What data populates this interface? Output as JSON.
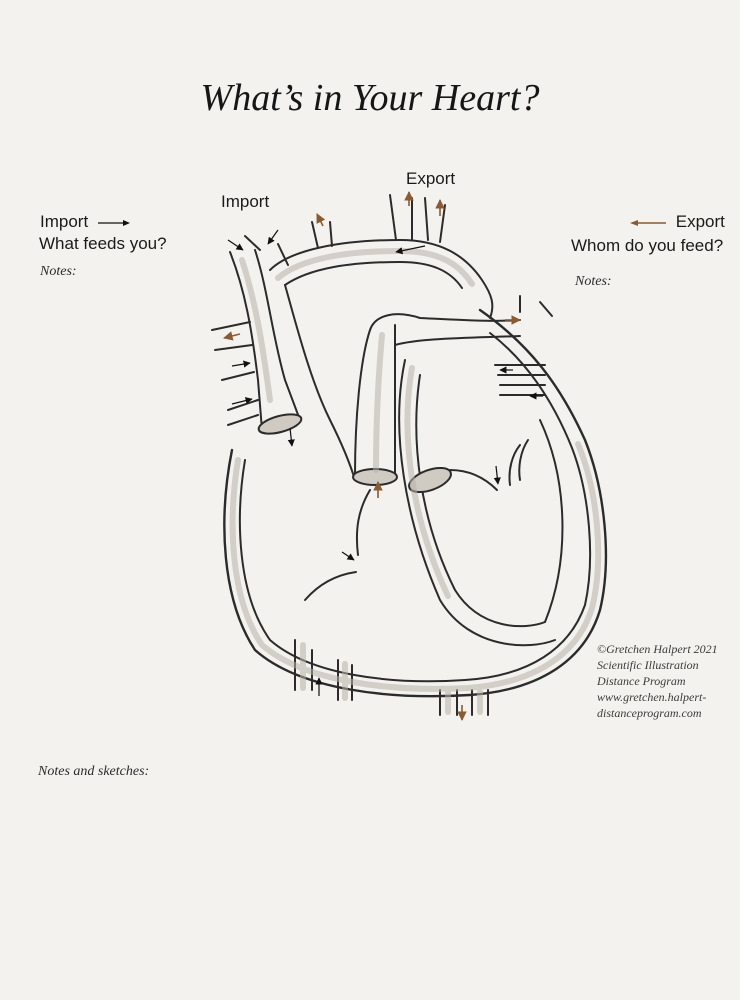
{
  "title": "What’s in Your Heart?",
  "labels": {
    "import_left": "Import",
    "import_left_question": "What feeds you?",
    "import_top": "Import",
    "export_top": "Export",
    "export_right": "Export",
    "export_right_question": "Whom do you feed?",
    "notes_left": "Notes:",
    "notes_right": "Notes:",
    "notes_sketches": "Notes and sketches:"
  },
  "credit": {
    "line1": "©Gretchen Halpert 2021",
    "line2": "Scientific Illustration",
    "line3": "Distance Program",
    "line4": "www.gretchen.halpert-",
    "line5": "distanceprogram.com"
  },
  "colors": {
    "paper": "#f3f2ee",
    "ink": "#1c1c1c",
    "wash": "#b8b2aa",
    "arrow_brown": "#8a5a33",
    "arrow_black": "#111111"
  }
}
